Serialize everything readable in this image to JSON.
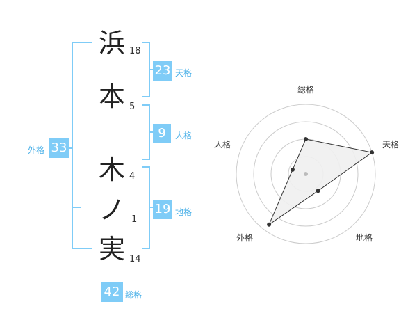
{
  "name": {
    "characters": [
      {
        "char": "浜",
        "strokes": "18"
      },
      {
        "char": "本",
        "strokes": "5"
      },
      {
        "char": "木",
        "strokes": "4"
      },
      {
        "char": "ノ",
        "strokes": "1"
      },
      {
        "char": "実",
        "strokes": "14"
      }
    ]
  },
  "fortune": {
    "tenkaku": {
      "value": "23",
      "label": "天格"
    },
    "jinkaku": {
      "value": "9",
      "label": "人格"
    },
    "chikaku": {
      "value": "19",
      "label": "地格"
    },
    "gaikaku": {
      "value": "33",
      "label": "外格"
    },
    "soukaku": {
      "value": "42",
      "label": "総格"
    }
  },
  "radar": {
    "axes": [
      "総格",
      "天格",
      "地格",
      "外格",
      "人格"
    ],
    "values": [
      0.5,
      1.0,
      0.3,
      0.9,
      0.2
    ],
    "colors": {
      "fill": "#f0f0f0",
      "stroke": "#333333",
      "grid": "#cccccc",
      "dot": "#333333",
      "center": "#bbbbbb"
    }
  }
}
